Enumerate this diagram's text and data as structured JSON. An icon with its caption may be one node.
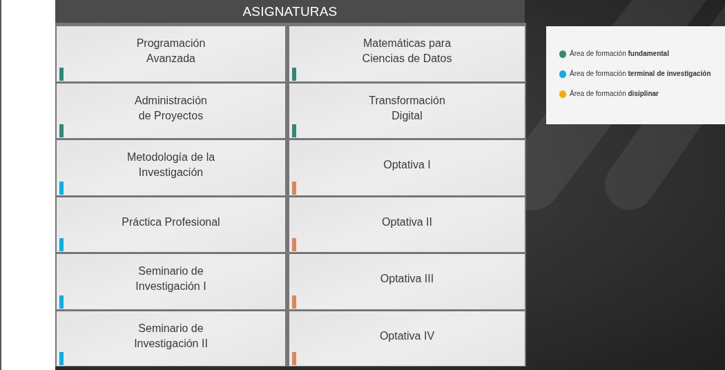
{
  "diagram": {
    "title": "ASIGNATURAS",
    "nodes": [
      {
        "text": [
          "Programación Avanzada"
        ]
      },
      {
        "text": [
          "Matemáticas para Ciencias de Datos"
        ]
      },
      {
        "text": [
          "Administración de Proyectos"
        ]
      },
      {
        "text": [
          "Transformación Digital"
        ]
      },
      {
        "text": [
          "Metodología de la Investigación"
        ]
      },
      {
        "text": [
          "Optativa I"
        ]
      },
      {
        "text": [
          "Práctica Profesional"
        ]
      },
      {
        "text": [
          "Optativa II"
        ]
      },
      {
        "text": [
          "Seminario de Investigación I"
        ]
      },
      {
        "text": [
          "Optativa III"
        ]
      },
      {
        "text": [
          "Seminario de Investigación II"
        ]
      },
      {
        "text": [
          "Optativa IV"
        ]
      }
    ],
    "legend": [
      {
        "text": "Área de formación **fundamental**",
        "color": "#3a8a78"
      },
      {
        "text": "Área de formación **terminal de investigación**",
        "color": "#12aaea"
      },
      {
        "text": "Área de formación **disiplinar**",
        "color": "#ffa800"
      }
    ]
  }
}
